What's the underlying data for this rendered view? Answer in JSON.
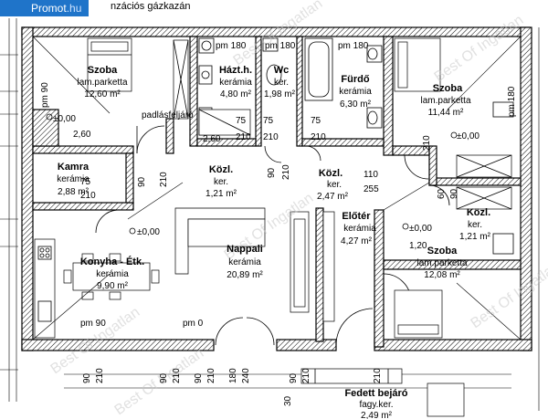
{
  "brand": {
    "name": "Promot",
    "tld": ".hu"
  },
  "top_caption": "nzációs gázkazán",
  "watermark": "Best Of Ingatlan",
  "rooms": [
    {
      "key": "szoba1",
      "name": "Szoba",
      "material": "lam.parketta",
      "area": "12,60 m²"
    },
    {
      "key": "haztb",
      "name": "Házt.h.",
      "material": "kerámia",
      "area": "4,80 m²"
    },
    {
      "key": "wc",
      "name": "Wc",
      "material": "ker.",
      "area": "1,98 m²"
    },
    {
      "key": "furdo",
      "name": "Fürdő",
      "material": "kerámia",
      "area": "6,30 m²"
    },
    {
      "key": "szoba2",
      "name": "Szoba",
      "material": "lam.parketta",
      "area": "11,44 m²"
    },
    {
      "key": "kamra",
      "name": "Kamra",
      "material": "kerámia",
      "area": "2,88 m²"
    },
    {
      "key": "kozl1",
      "name": "Közl.",
      "material": "ker.",
      "area": "1,21 m²"
    },
    {
      "key": "kozl2",
      "name": "Közl.",
      "material": "ker.",
      "area": "2,47 m²"
    },
    {
      "key": "kozl3",
      "name": "Közl.",
      "material": "ker.",
      "area": "1,21 m²"
    },
    {
      "key": "eloter",
      "name": "Előtér",
      "material": "kerámia",
      "area": "4,27 m²"
    },
    {
      "key": "nappali",
      "name": "Nappali",
      "material": "kerámia",
      "area": "20,89 m²"
    },
    {
      "key": "konyha",
      "name": "Konyha - Étk.",
      "material": "kerámia",
      "area": "9,90 m²"
    },
    {
      "key": "szoba3",
      "name": "Szoba",
      "material": "lam.parketta",
      "area": "12,08 m²"
    },
    {
      "key": "bejaro",
      "name": "Fedett bejáró",
      "material": "fagy.ker.",
      "area": "2,49 m²"
    }
  ],
  "labels": {
    "padlasfeljaro": "padlásfeljáró",
    "pm180a": "pm 180",
    "pm180b": "pm 180",
    "pm180c": "pm 180",
    "pm90left": "pm 90",
    "pm90bottom": "pm 90",
    "pm0": "pm 0",
    "lvl1": "±0,00",
    "lvl2": "±0,00",
    "lvl3": "±0,00",
    "lvl4": "±0,00",
    "pm180side": "pm 180"
  },
  "dimensions": {
    "d260a": "2,60",
    "d260b": "2,60",
    "d75a": "75",
    "d75b": "75",
    "d75c": "75",
    "d210a": "210",
    "d210b": "210",
    "d210c": "210",
    "d210d": "210",
    "d210e": "210",
    "d90a": "90",
    "d90b": "90",
    "d110": "110",
    "d255": "255",
    "d120": "1,20",
    "d60": "60",
    "d90c": "90",
    "d210f": "210",
    "b90a": "90",
    "b210a": "210",
    "b90b": "90",
    "b210b": "210",
    "b180": "180",
    "b240": "240",
    "b90c": "90",
    "b210c": "210",
    "b90d": "90",
    "b210d": "210",
    "b210e": "210",
    "b30": "30"
  }
}
